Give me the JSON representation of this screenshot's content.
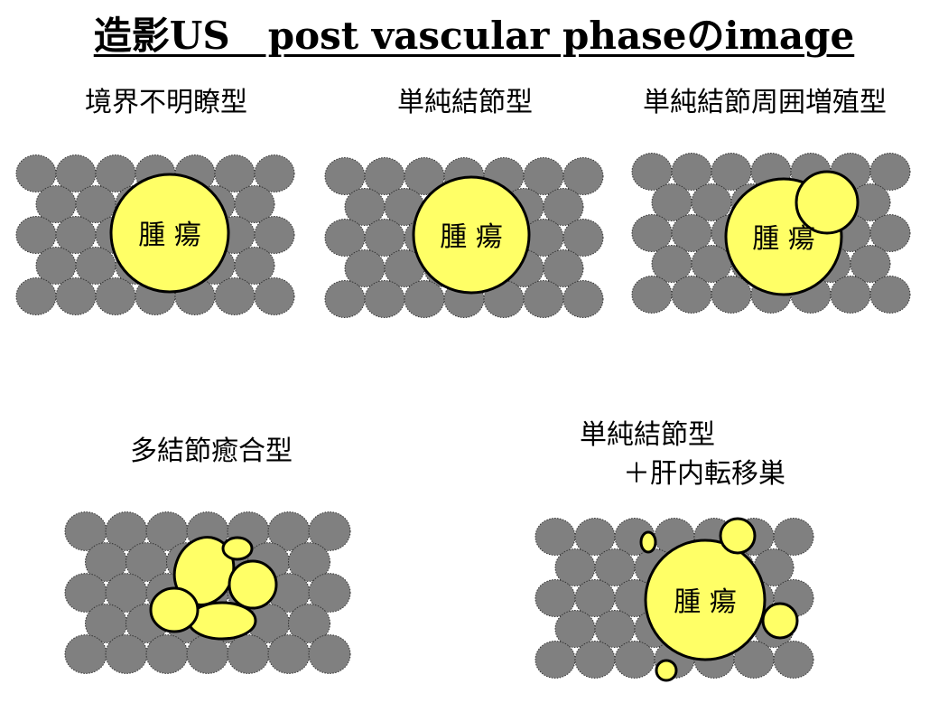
{
  "title": "造影US　post vascular phaseのimage",
  "panels": [
    {
      "id": "p1",
      "label": "境界不明瞭型",
      "tumor": "腫 瘍"
    },
    {
      "id": "p2",
      "label": "単純結節型",
      "tumor": "腫 瘍"
    },
    {
      "id": "p3",
      "label": "単純結節周囲増殖型",
      "tumor": "腫 瘍"
    },
    {
      "id": "p4",
      "label": "多結節癒合型"
    },
    {
      "id": "p5",
      "label_line1": "単純結節型",
      "label_line2": "＋肝内転移巣",
      "tumor": "腫 瘍"
    }
  ],
  "colors": {
    "cell": "#808080",
    "tumor": "#ffff66",
    "outline": "#000000"
  }
}
